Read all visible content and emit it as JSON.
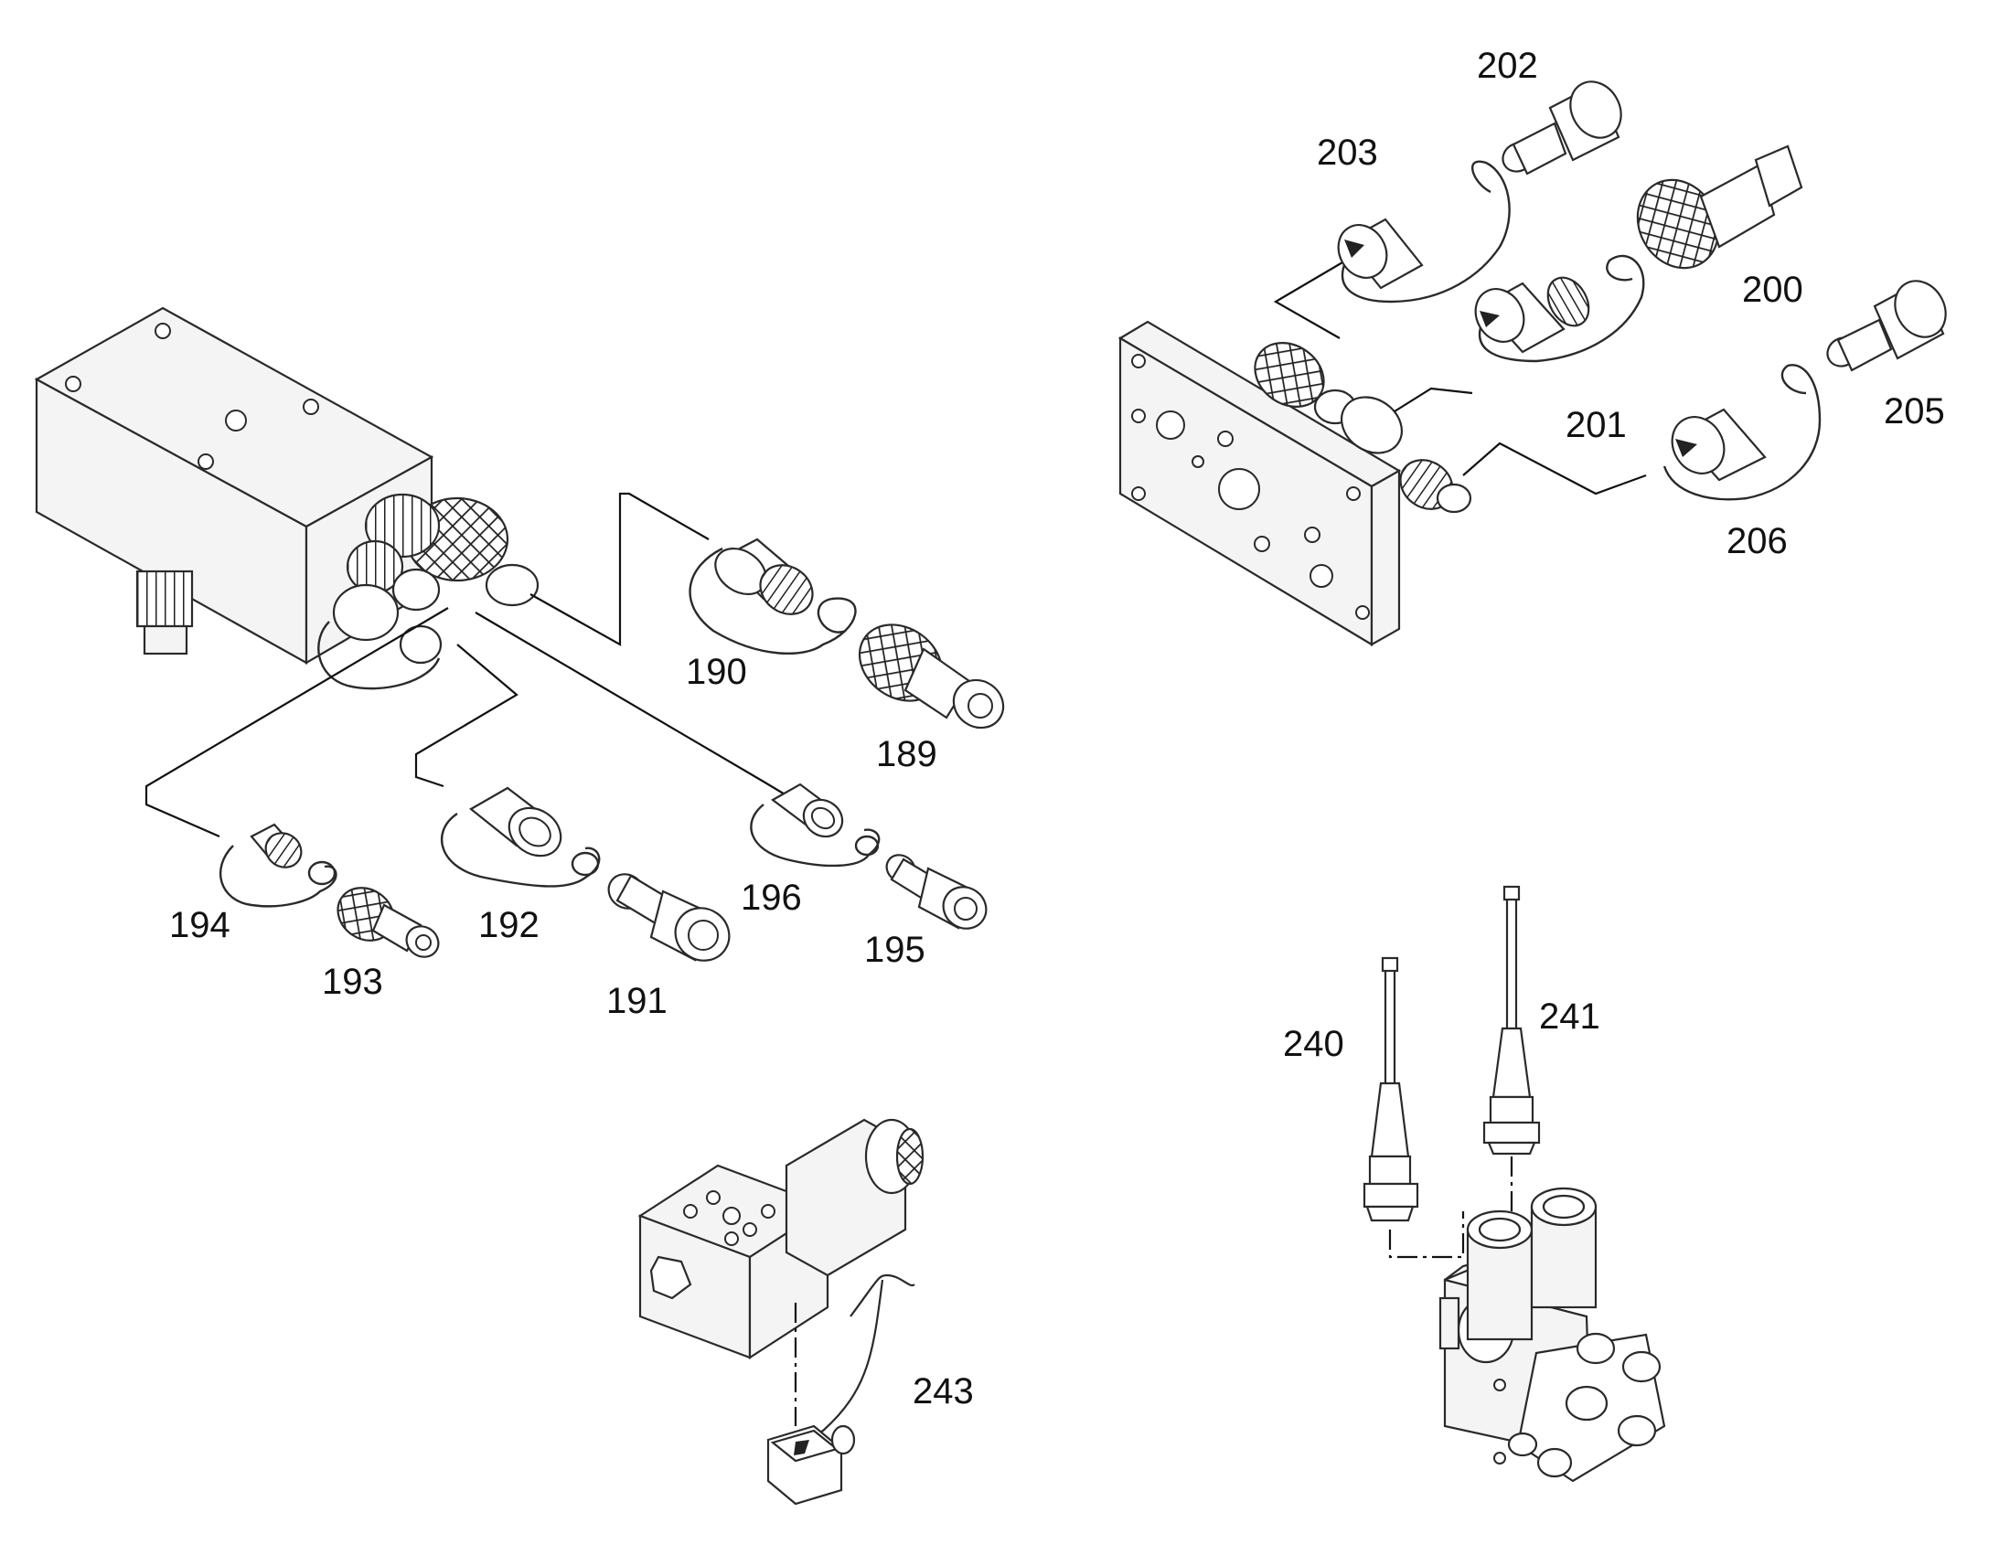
{
  "labels": {
    "l189": "189",
    "l190": "190",
    "l191": "191",
    "l192": "192",
    "l193": "193",
    "l194": "194",
    "l195": "195",
    "l196": "196",
    "l200": "200",
    "l201": "201",
    "l202": "202",
    "l203": "203",
    "l205": "205",
    "l206": "206",
    "l240": "240",
    "l241": "241",
    "l243": "243"
  },
  "colors": {
    "line": "#2a2a2a",
    "fill": "#f4f4f4",
    "background": "#ffffff"
  }
}
